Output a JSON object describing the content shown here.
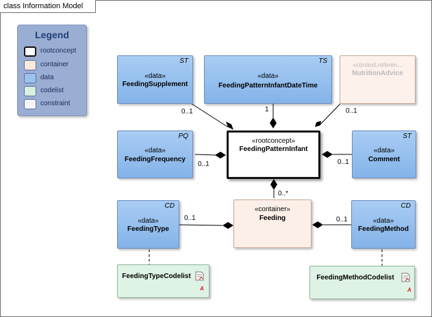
{
  "frame": {
    "title": "class Information Model"
  },
  "legend": {
    "title": "Legend",
    "items": [
      {
        "label": "rootconcept",
        "color": "#ffffff"
      },
      {
        "label": "container",
        "color": "#fbe9dc"
      },
      {
        "label": "data",
        "color": "#9cc3ee"
      },
      {
        "label": "codelist",
        "color": "#d7f0e0"
      },
      {
        "label": "constraint",
        "color": "#f4f4fb"
      }
    ]
  },
  "classes": {
    "feeding_supplement": {
      "stereotype": "«data»",
      "name": "FeedingSupplement",
      "tag": "ST"
    },
    "feeding_pattern_infant_datetime": {
      "stereotype": "«data»",
      "name": "FeedingPatternInfantDateTime",
      "tag": "TS"
    },
    "nutrition_advice": {
      "stereotype": "«context,referen...",
      "name": "NutritionAdvice"
    },
    "feeding_frequency": {
      "stereotype": "«data»",
      "name": "FeedingFrequency",
      "tag": "PQ"
    },
    "feeding_pattern_infant": {
      "stereotype": "«rootconcept»",
      "name": "FeedingPatternInfant"
    },
    "comment": {
      "stereotype": "«data»",
      "name": "Comment",
      "tag": "ST"
    },
    "feeding_type": {
      "stereotype": "«data»",
      "name": "FeedingType",
      "tag": "CD"
    },
    "feeding": {
      "stereotype": "«container»",
      "name": "Feeding"
    },
    "feeding_method": {
      "stereotype": "«data»",
      "name": "FeedingMethod",
      "tag": "CD"
    },
    "feeding_type_codelist": {
      "name": "FeedingTypeCodelist",
      "mark": "A"
    },
    "feeding_method_codelist": {
      "name": "FeedingMethodCodelist",
      "mark": "A"
    }
  },
  "multiplicities": {
    "supplement": "0..1",
    "datetime": "1",
    "nutrition": "0..1",
    "frequency": "0..1",
    "comment": "0..1",
    "feeding": "0..*",
    "type": "0..1",
    "method": "0..1"
  }
}
